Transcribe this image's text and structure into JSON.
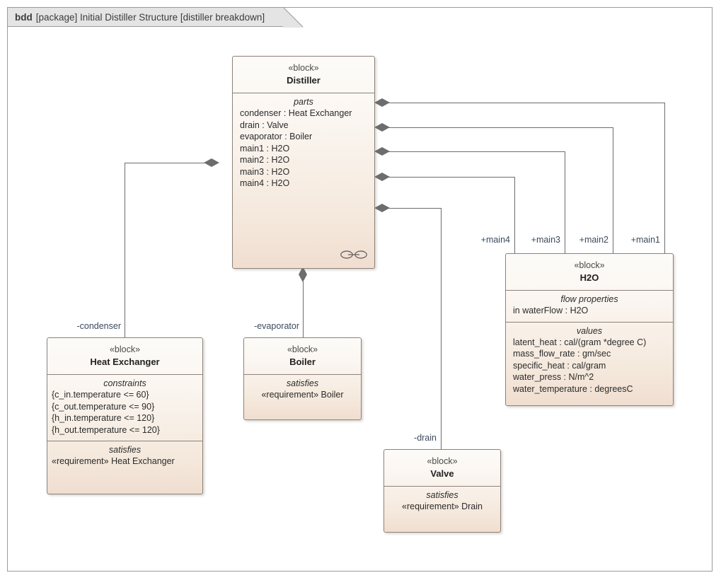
{
  "diagram": {
    "frame": {
      "kind": "bdd",
      "scope": "[package] Initial Distiller Structure [distiller breakdown]"
    },
    "blocks": {
      "distiller": {
        "stereotype": "«block»",
        "name": "Distiller",
        "compartments": [
          {
            "title": "parts",
            "items": [
              "condenser : Heat Exchanger",
              "drain : Valve",
              "evaporator : Boiler",
              "main1 : H2O",
              "main2 : H2O",
              "main3 : H2O",
              "main4 : H2O"
            ]
          }
        ],
        "icon": "interface-ball-and-socket-icon"
      },
      "h2o": {
        "stereotype": "«block»",
        "name": "H2O",
        "compartments": [
          {
            "title": "flow properties",
            "items": [
              "in waterFlow : H2O"
            ]
          },
          {
            "title": "values",
            "items": [
              "latent_heat : cal/(gram *degree C)",
              "mass_flow_rate : gm/sec",
              "specific_heat : cal/gram",
              "water_press : N/m^2",
              "water_temperature : degreesC"
            ]
          }
        ]
      },
      "heat_exchanger": {
        "stereotype": "«block»",
        "name": "Heat Exchanger",
        "compartments": [
          {
            "title": "constraints",
            "items": [
              "{c_in.temperature <= 60}",
              "{c_out.temperature <= 90}",
              "{h_in.temperature <= 120}",
              "{h_out.temperature <= 120}"
            ]
          },
          {
            "title": "satisfies",
            "items": [
              "«requirement» Heat Exchanger"
            ]
          }
        ]
      },
      "boiler": {
        "stereotype": "«block»",
        "name": "Boiler",
        "compartments": [
          {
            "title": "satisfies",
            "items": [
              "«requirement» Boiler"
            ]
          }
        ]
      },
      "valve": {
        "stereotype": "«block»",
        "name": "Valve",
        "compartments": [
          {
            "title": "satisfies",
            "items": [
              "«requirement» Drain"
            ]
          }
        ]
      }
    },
    "edge_labels": {
      "main1": "+main1",
      "main2": "+main2",
      "main3": "+main3",
      "main4": "+main4",
      "condenser": "-condenser",
      "evaporator": "-evaporator",
      "drain": "-drain"
    },
    "colors": {
      "block_border": "#8d8279",
      "block_fill_top": "#fdfbf8",
      "block_fill_bottom": "#f0ded0",
      "connector": "#6d6d6d",
      "frame_border": "#9a9a9a",
      "frame_tab_fill": "#e4e4e4",
      "label_text": "#3c4b5c"
    }
  }
}
